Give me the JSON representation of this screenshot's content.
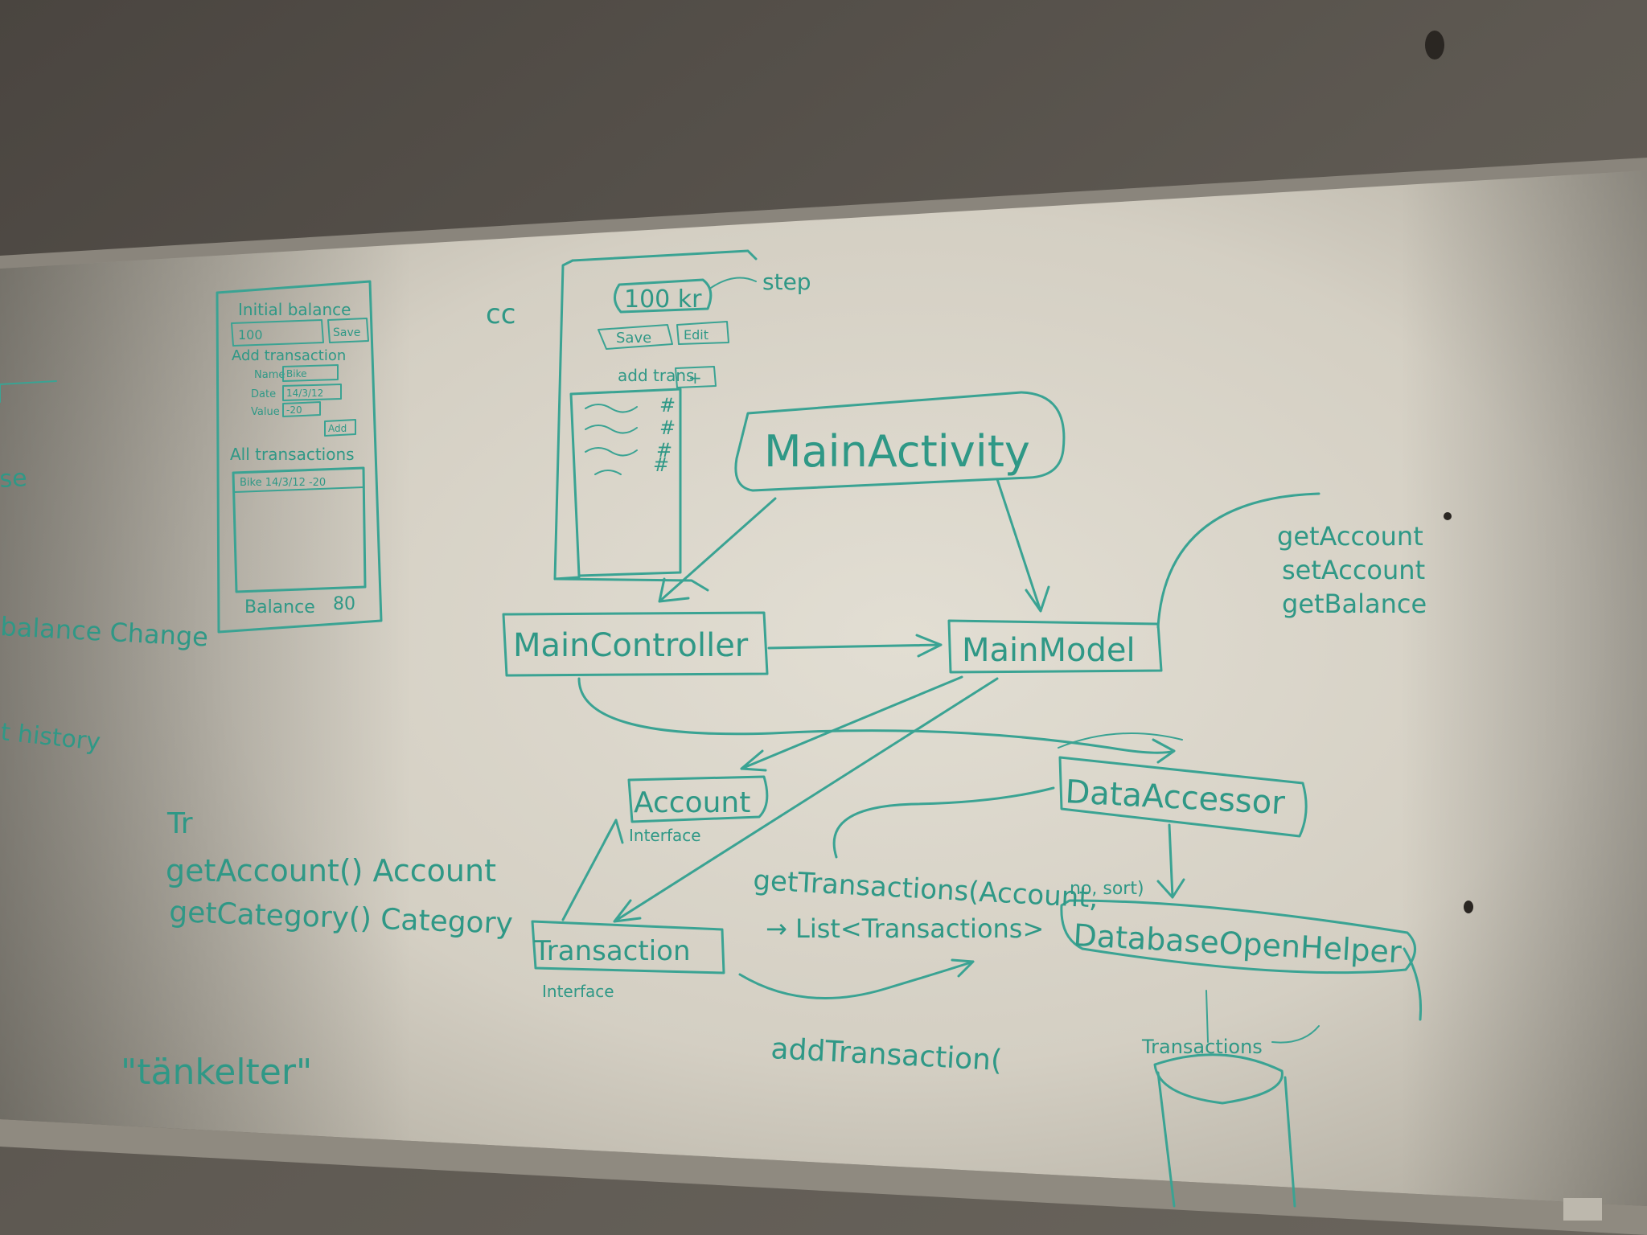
{
  "mockup_left": {
    "initial_balance_label": "Initial balance",
    "balance_value": "100",
    "save_button": "Save",
    "add_transaction_label": "Add transaction",
    "name_label": "Name",
    "name_value": "Bike",
    "date_label": "Date",
    "date_value": "14/3/12",
    "value_label": "Value",
    "value_value": "-20",
    "add_button": "Add",
    "all_transactions_label": "All transactions",
    "row_text": "Bike 14/3/12 -20",
    "footer_balance_label": "Balance",
    "footer_balance_value": "80"
  },
  "left_edge_notes": {
    "line1": "se",
    "line2": "balance Change",
    "line3": "t history"
  },
  "cc_label": "cc",
  "mockup_phone": {
    "amount": "100 kr",
    "step_note": "step",
    "save_button": "Save",
    "edit_button": "Edit",
    "add_label": "add trans",
    "plus_button": "+",
    "hash_marks": [
      "#",
      "#",
      "#",
      "#"
    ]
  },
  "diagram": {
    "main_activity": "MainActivity",
    "main_controller": "MainController",
    "main_model": "MainModel",
    "account": "Account",
    "account_sub": "Interface",
    "transaction": "Transaction",
    "transaction_sub": "Interface",
    "data_accessor": "DataAccessor",
    "database_helper": "DatabaseOpenHelper",
    "model_methods": [
      "getAccount",
      "setAccount",
      "getBalance"
    ],
    "get_transactions": "getTransactions(Account,",
    "get_transactions_args": "no, sort)",
    "list_return": "→ List<Transactions>",
    "add_transaction": "addTransaction(",
    "connection_label": "Transactions"
  },
  "tr_notes": {
    "tr_label": "Tr",
    "line1": "getAccount() Account",
    "line2": "getCategory() Category"
  },
  "quote_word": "\"tänkelter\"",
  "colors": {
    "ink": "#3aa393",
    "board": "#dcd7cc",
    "wall": "#57524b"
  }
}
